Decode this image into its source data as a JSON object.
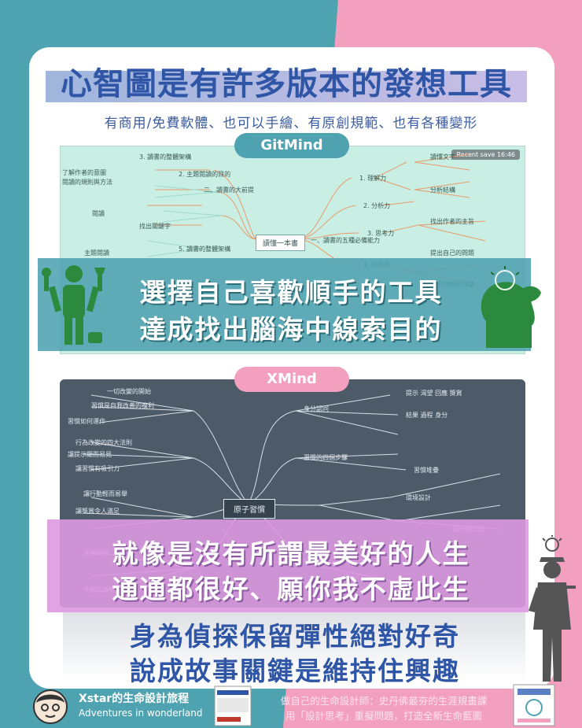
{
  "header": {
    "title": "心智圖是有許多版本的發想工具",
    "subtitle": "有商用/免費軟體、也可以手繪、有原創規範、也有各種變形"
  },
  "gitmind": {
    "label": "GitMind",
    "save_badge": "Recent save 16:46",
    "root": "讀懂一本書",
    "branch_left": "二、讀書的大前提",
    "branch_right": "一、讀書的五種必備能力"
  },
  "xmind": {
    "label": "XMind",
    "root": "原子習慣"
  },
  "overlays": {
    "teal_line1": "選擇自己喜歡順手的工具",
    "teal_line2": "達成找出腦海中線索目的",
    "pink_line1": "就像是沒有所謂最美好的人生",
    "pink_line2": "通通都很好、願你我不虛此生",
    "blue_line1": "身為偵探保留彈性絕對好奇",
    "blue_line2": "說成故事關鍵是維持住興趣"
  },
  "footer": {
    "brand": "Xstar的生命設計旅程",
    "tagline": "Adventures in wonderland",
    "promo_line1": "做自己的生命設計師：史丹佛最夯的生涯規畫課",
    "promo_line2": "用「設計思考」重擬問題，打造全新生命藍圖"
  },
  "colors": {
    "teal": "#4fa2b0",
    "pink": "#f2a0bd",
    "title_blue": "#2f56a6",
    "violet_overlay": "#dd99e1"
  }
}
